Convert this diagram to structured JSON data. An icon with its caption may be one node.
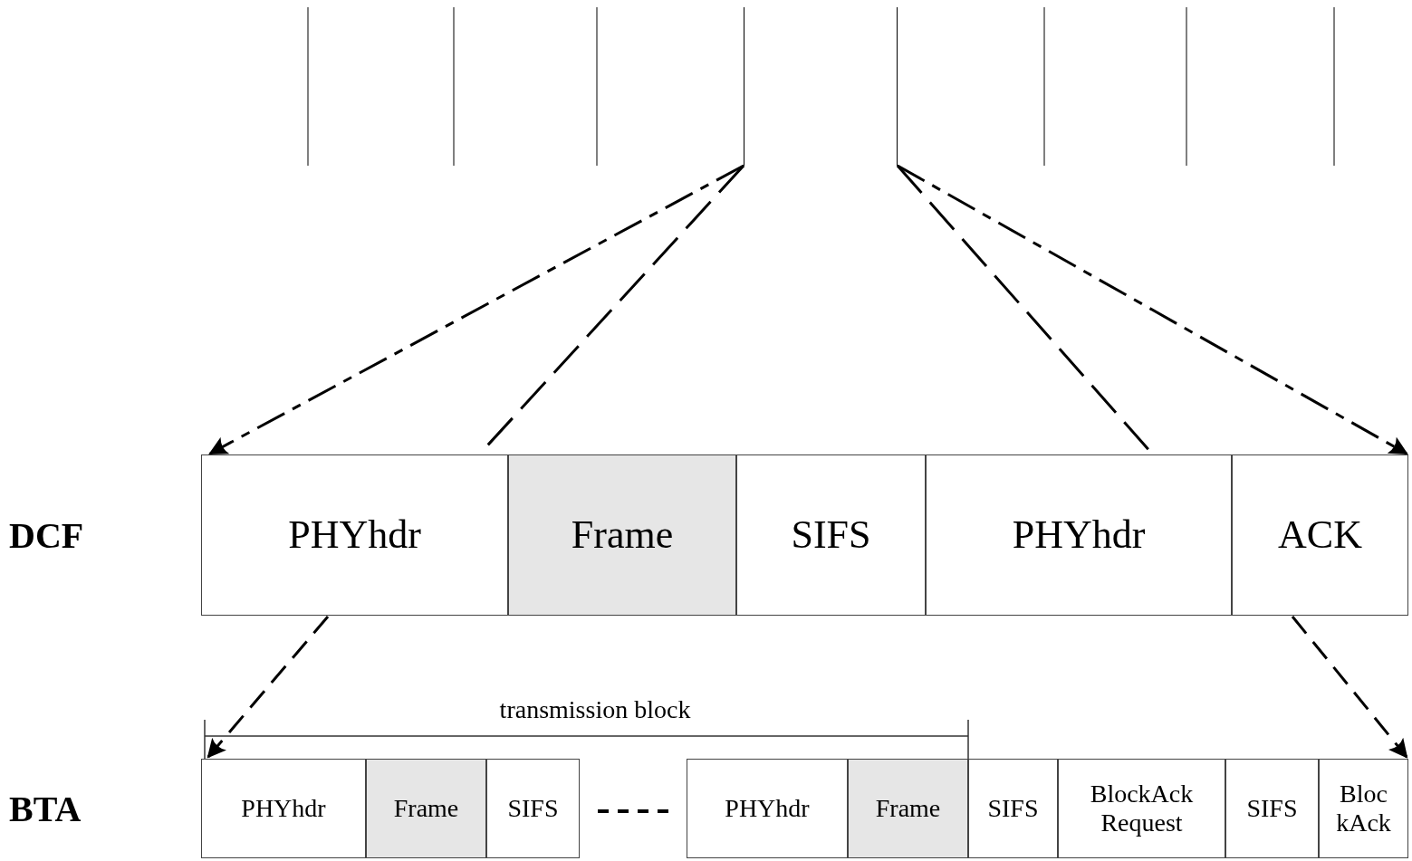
{
  "diagram": {
    "nodes": [
      {
        "text": [],
        "shape": "bar"
      },
      {
        "text": [
          "DCF"
        ]
      },
      {
        "text": [
          "PHYhdr"
        ],
        "in": 1
      },
      {
        "text": [
          "Frame"
        ],
        "in": 1
      },
      {
        "text": [
          "SIFS"
        ],
        "in": 1
      },
      {
        "text": [
          "PHYhdr"
        ],
        "in": 1
      },
      {
        "text": [
          "ACK"
        ],
        "in": 1
      },
      {
        "text": [
          "BTA"
        ]
      },
      {
        "text": [
          "PHYhdr"
        ],
        "in": 7
      },
      {
        "text": [
          "Frame"
        ],
        "in": 7
      },
      {
        "text": [
          "SIFS"
        ],
        "in": 7
      },
      {
        "text": [
          "PHYhdr"
        ],
        "in": 7
      },
      {
        "text": [
          "Frame"
        ],
        "in": 7
      },
      {
        "text": [
          "SIFS"
        ],
        "in": 7
      },
      {
        "text": [
          "BlockAck Request"
        ],
        "in": 7
      },
      {
        "text": [
          "SIFS"
        ],
        "in": 7
      },
      {
        "text": [
          "Bloc kAck"
        ],
        "in": 7
      }
    ],
    "edges": [
      {
        "from": 0,
        "to": 1,
        "arrow": "to",
        "style": "dashed"
      },
      {
        "from": 0,
        "to": 1,
        "arrow": "none",
        "style": "dashed"
      },
      {
        "from": 0,
        "to": 1,
        "arrow": "none",
        "style": "dashed"
      },
      {
        "from": 0,
        "to": 1,
        "arrow": "to",
        "style": "dashed"
      },
      {
        "from": 1,
        "to": 7,
        "arrow": "to",
        "style": "dashed"
      },
      {
        "from": 1,
        "to": 7,
        "arrow": "to",
        "style": "dashed"
      }
    ],
    "labels": [
      "transmission block"
    ]
  }
}
